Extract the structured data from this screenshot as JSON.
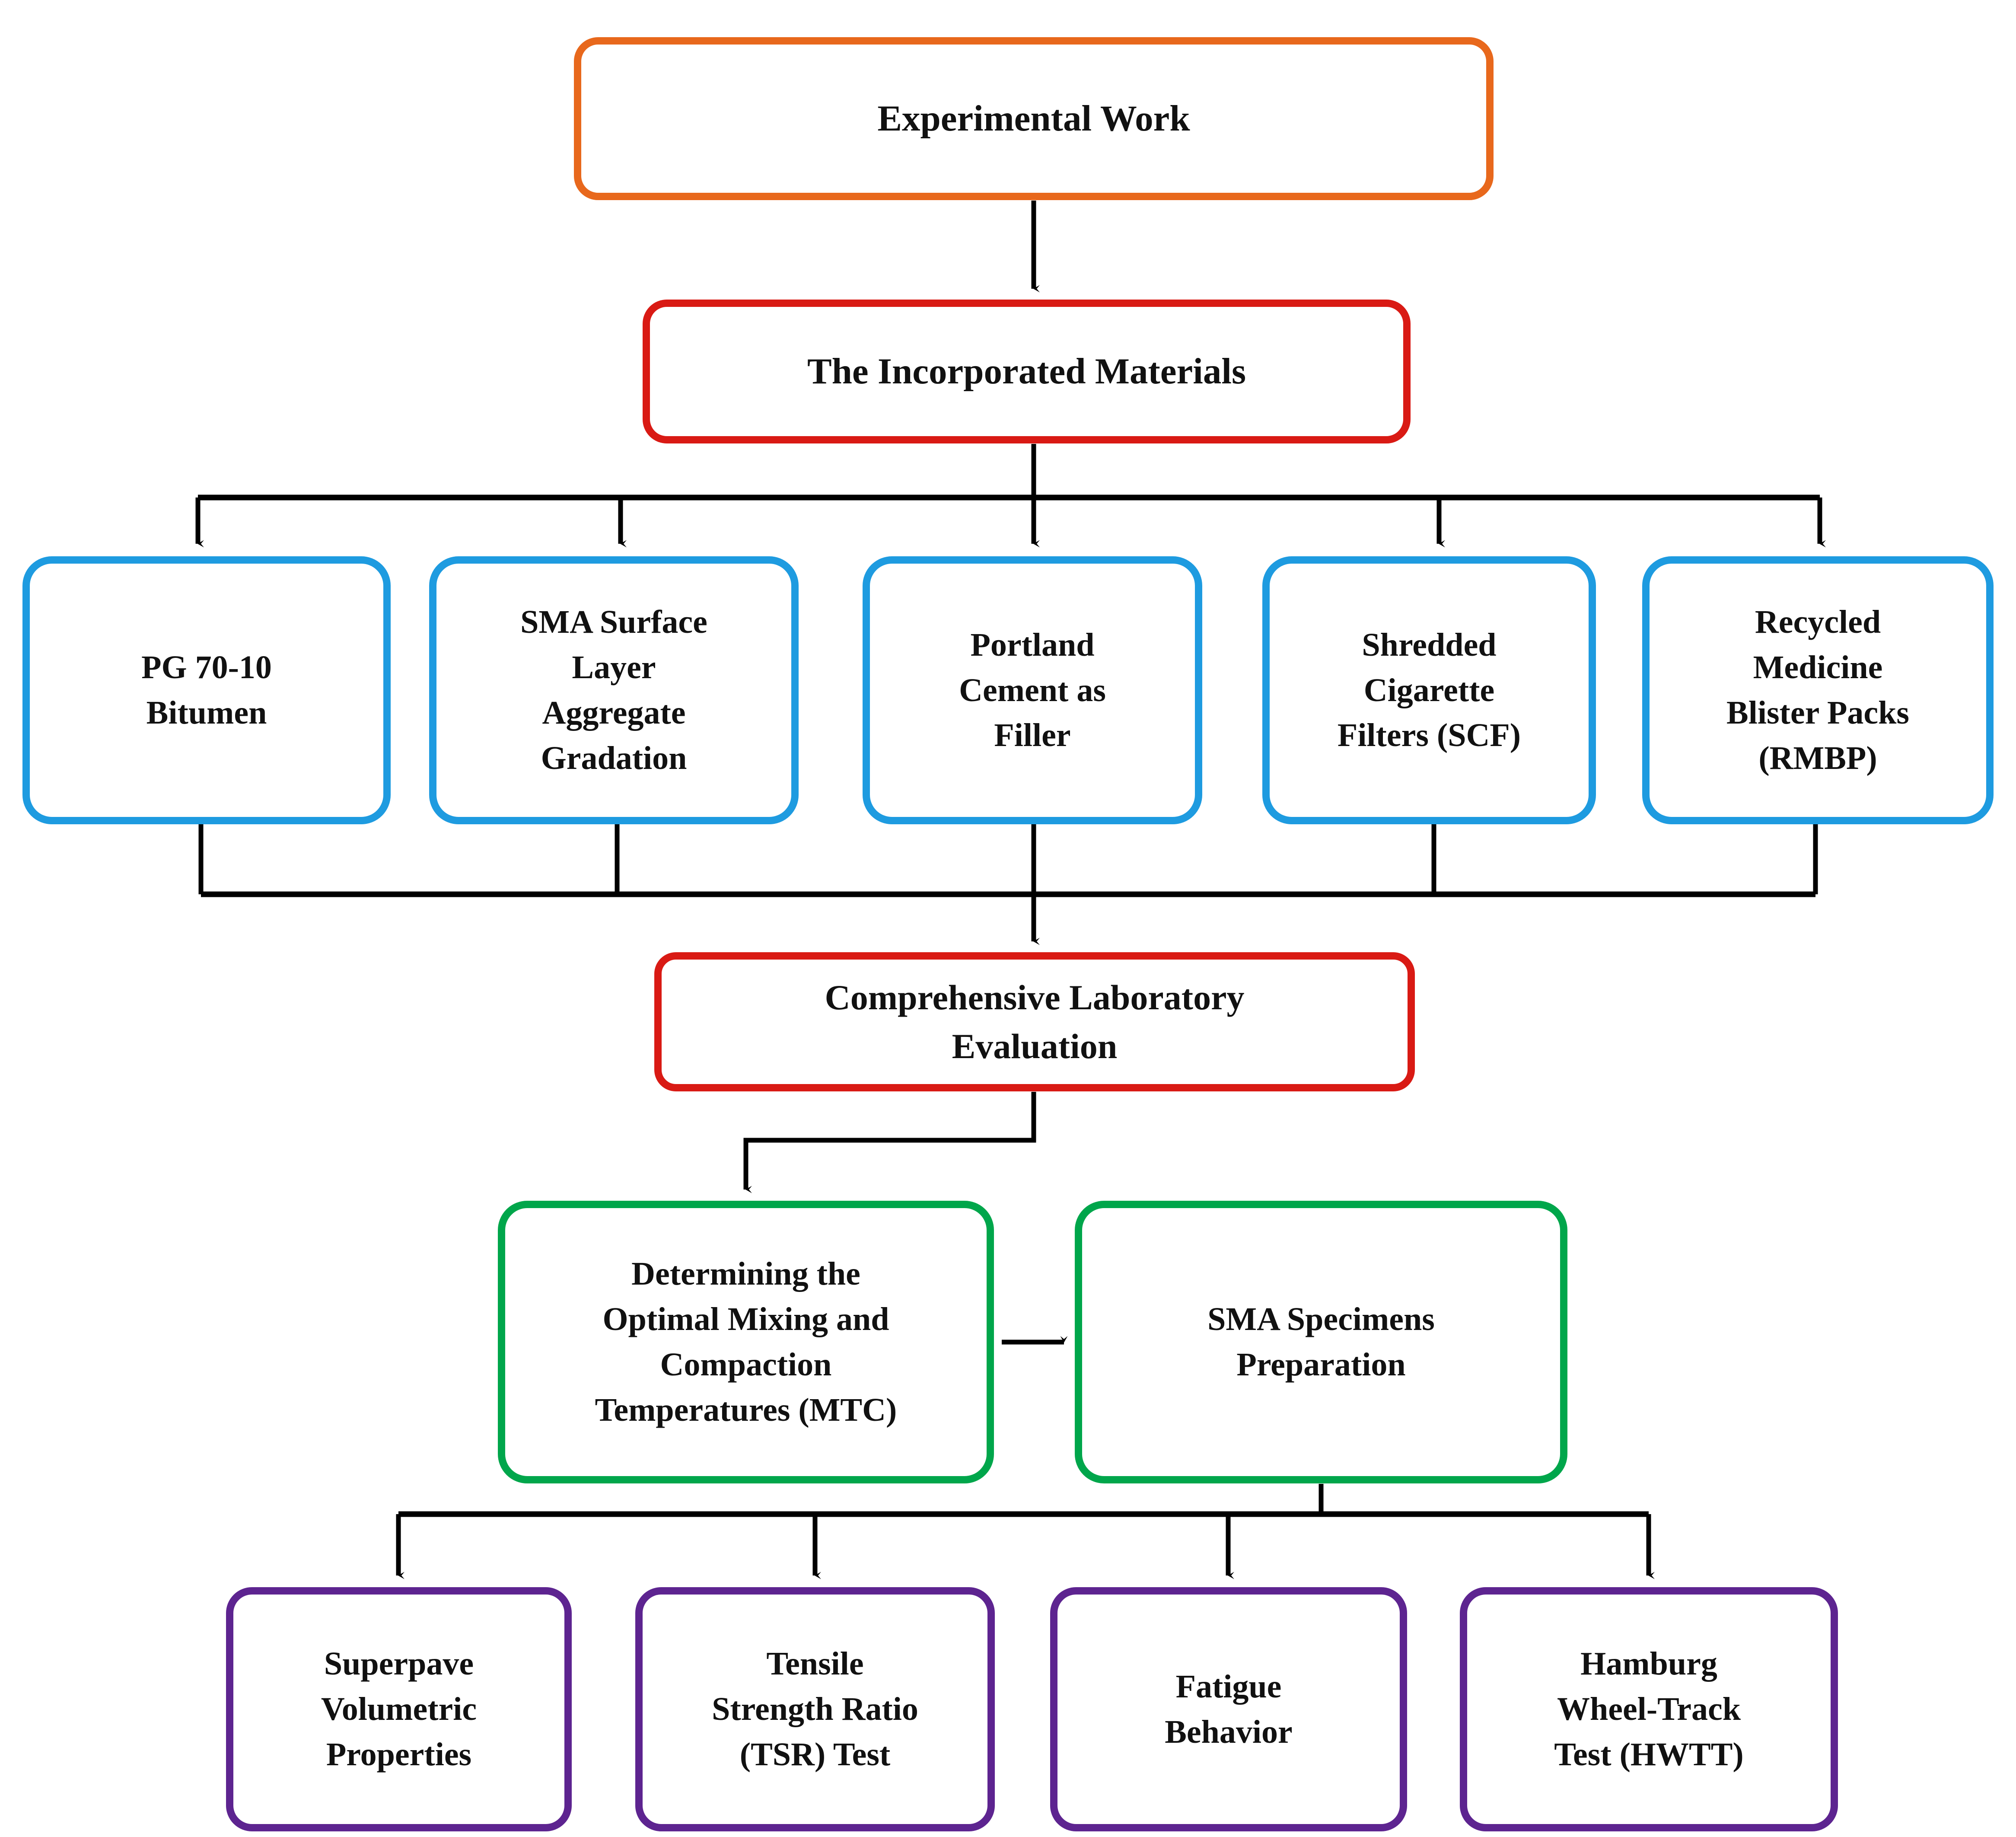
{
  "diagram": {
    "title": "Experimental Work Flowchart",
    "colors": {
      "orange": "#E8681C",
      "red": "#D91A14",
      "blue": "#1E9BE0",
      "green": "#00A64B",
      "purple": "#5D2490",
      "connector": "#000000",
      "background": "#FFFFFF"
    },
    "nodes": {
      "experimental_work": "Experimental Work",
      "incorporated_materials": "The Incorporated Materials",
      "materials": [
        "PG 70-10\nBitumen",
        "SMA Surface\nLayer\nAggregate\nGradation",
        "Portland\nCement as\nFiller",
        "Shredded\nCigarette\nFilters (SCF)",
        "Recycled\nMedicine\nBlister Packs\n(RMBP)"
      ],
      "comprehensive_lab": "Comprehensive Laboratory\nEvaluation",
      "mtc": "Determining the\nOptimal Mixing and\nCompaction\nTemperatures (MTC)",
      "sma_specimens": "SMA Specimens\nPreparation",
      "tests": [
        "Superpave\nVolumetric\nProperties",
        "Tensile\nStrength Ratio\n(TSR) Test",
        "Fatigue\nBehavior",
        "Hamburg\nWheel-Track\nTest (HWTT)"
      ]
    }
  }
}
